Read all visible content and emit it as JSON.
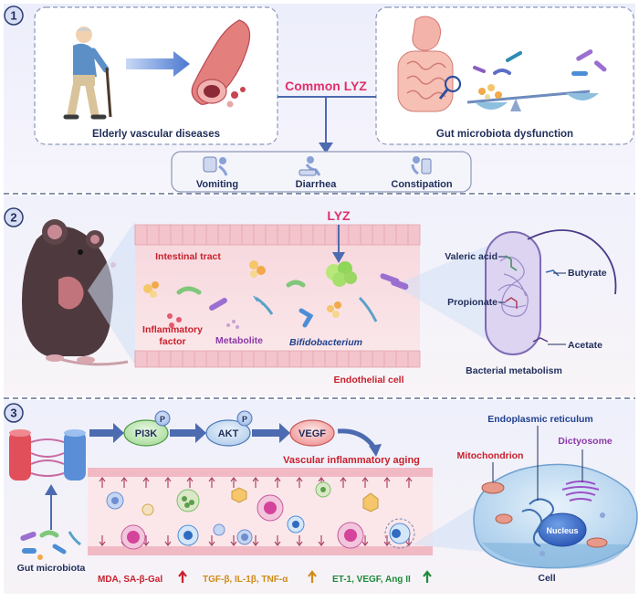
{
  "panel1": {
    "number": "1",
    "elderly_label": "Elderly vascular diseases",
    "gut_label": "Gut microbiota dysfunction",
    "center_label": "Common LYZ",
    "symptoms": [
      "Vomiting",
      "Diarrhea",
      "Constipation"
    ]
  },
  "panel2": {
    "number": "2",
    "lyz_label": "LYZ",
    "intestinal_label": "Intestinal tract",
    "inflammatory_label_line1": "Inflammatory",
    "inflammatory_label_line2": "factor",
    "metabolite_label": "Metabolite",
    "bifido_label": "Bifidobacterium",
    "endothelial_label": "Endothelial cell",
    "metabolites": [
      "Valeric acid",
      "Butyrate",
      "Propionate",
      "Acetate"
    ],
    "bacterial_label": "Bacterial metabolism"
  },
  "panel3": {
    "number": "3",
    "nodes": [
      "PI3K",
      "AKT",
      "VEGF"
    ],
    "p_label": "P",
    "aging_label": "Vascular inflammatory aging",
    "gut_label": "Gut microbiota",
    "markers1": "MDA, SA-β-Gal",
    "markers2": "TGF-β, IL-1β, TNF-α",
    "markers3": "ET-1, VEGF, Ang II",
    "er_label": "Endoplasmic reticulum",
    "mito_label": "Mitochondrion",
    "dicty_label": "Dictyosome",
    "nucleus_label": "Nucleus",
    "cell_label": "Cell"
  },
  "colors": {
    "pink_title": "#e0306a",
    "blue_text": "#1f3f8f",
    "red_text": "#c8202c",
    "orange_text": "#d08a1a",
    "green_text": "#1f8a3a",
    "purple_text": "#8c3aa8",
    "panel_bg": "#eef0fb"
  }
}
